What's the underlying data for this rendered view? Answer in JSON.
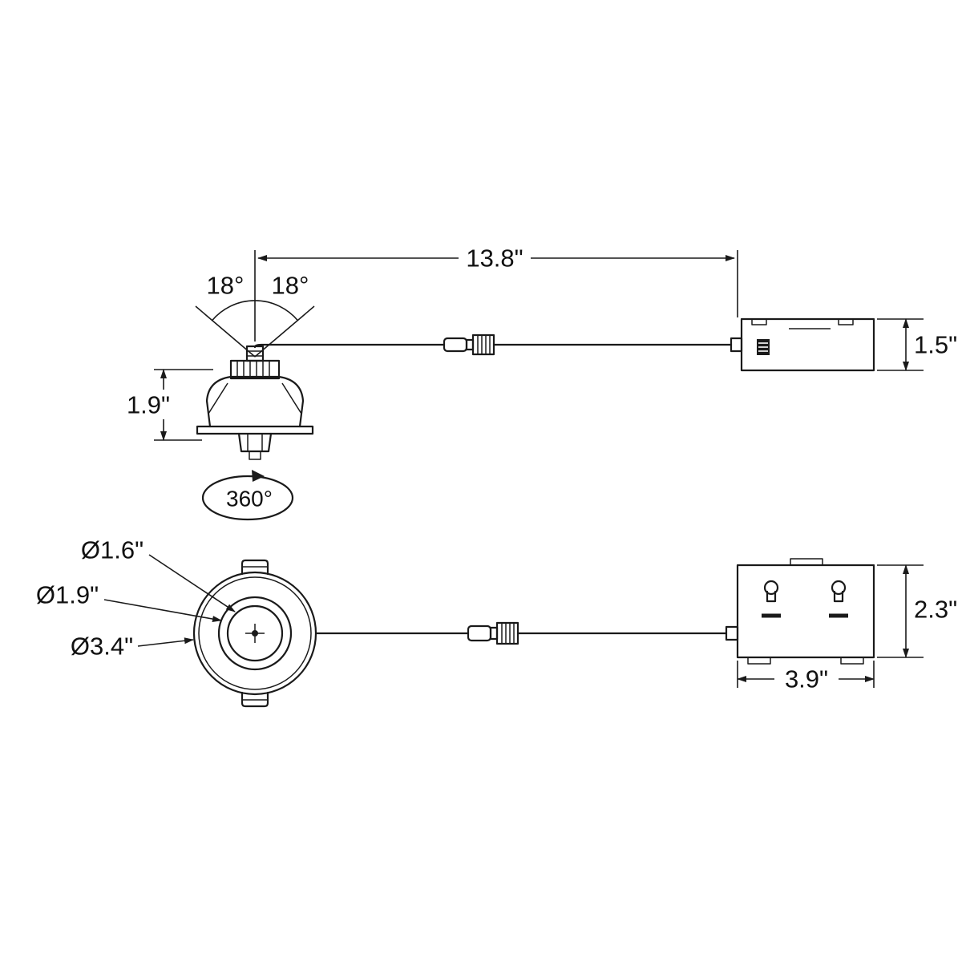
{
  "drawing": {
    "background": "#ffffff",
    "line_color": "#1a1a1a",
    "type": "technical-dimension-drawing",
    "subject": "recessed gimbal downlight with remote junction box"
  },
  "labels": {
    "overall_length": "13.8\"",
    "tilt_left": "18°",
    "tilt_right": "18°",
    "fixture_height": "1.9\"",
    "box_height_side": "1.5\"",
    "rotation": "360°",
    "lens_diameter": "Ø1.6\"",
    "aperture_diameter": "Ø1.9\"",
    "trim_diameter": "Ø3.4\"",
    "box_height_rear": "2.3\"",
    "box_width": "3.9\""
  }
}
